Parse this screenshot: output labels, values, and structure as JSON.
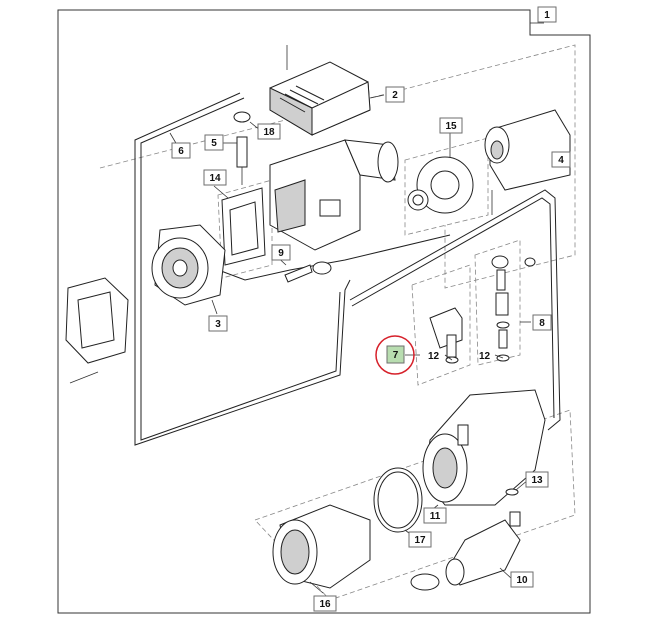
{
  "diagram": {
    "callouts": [
      {
        "id": "c1",
        "label": "1"
      },
      {
        "id": "c2",
        "label": "2"
      },
      {
        "id": "c3",
        "label": "3"
      },
      {
        "id": "c4",
        "label": "4"
      },
      {
        "id": "c5",
        "label": "5"
      },
      {
        "id": "c6",
        "label": "6"
      },
      {
        "id": "c7",
        "label": "7",
        "highlighted": true
      },
      {
        "id": "c8",
        "label": "8"
      },
      {
        "id": "c9",
        "label": "9"
      },
      {
        "id": "c10",
        "label": "10"
      },
      {
        "id": "c11",
        "label": "11"
      },
      {
        "id": "c13",
        "label": "13"
      },
      {
        "id": "c14",
        "label": "14"
      },
      {
        "id": "c15",
        "label": "15"
      },
      {
        "id": "c16",
        "label": "16"
      },
      {
        "id": "c17",
        "label": "17"
      },
      {
        "id": "c18",
        "label": "18"
      }
    ],
    "sub_labels": [
      {
        "id": "s12a",
        "label": "12"
      },
      {
        "id": "s12b",
        "label": "12"
      }
    ],
    "highlight_color": "#b8ddb0",
    "selection_ring_color": "#d6202a"
  }
}
